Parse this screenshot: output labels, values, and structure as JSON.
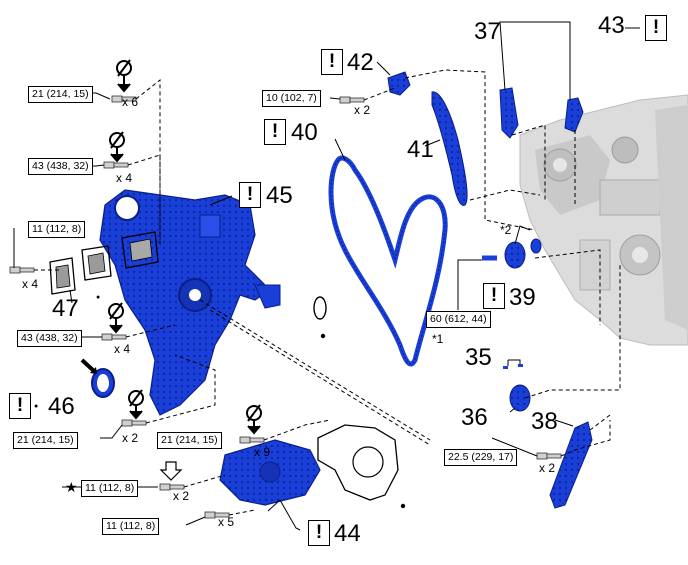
{
  "diagram": {
    "colors": {
      "part": "#1a3fd8",
      "part_dark": "#0a1f8a",
      "engine": "#d8d8d8",
      "line": "#000000"
    },
    "icons": {
      "caution": "exclamation-box",
      "non-reusable": "bullet-dot",
      "tighten-order": "torque-wrench-symbol",
      "precoated": "star-symbol",
      "arrow": "hollow-arrow"
    },
    "callouts": {
      "c35": "35",
      "c36": "36",
      "c37": "37",
      "c38": "38",
      "c39": "39",
      "c40": "40",
      "c41": "41",
      "c42": "42",
      "c43": "43",
      "c44": "44",
      "c45": "45",
      "c46": "46",
      "c47": "47"
    },
    "torques": {
      "t1": "21 (214, 15)",
      "t2": "43 (438, 32)",
      "t3": "11 (112, 8)",
      "t4": "43 (438, 32)",
      "t5": "21 (214, 15)",
      "t6": "21 (214, 15)",
      "t7": "11 (112, 8)",
      "t8": "11 (112, 8)",
      "t9": "10 (102, 7)",
      "t10": "60 (612, 44)",
      "t11": "22.5 (229, 17)"
    },
    "quantities": {
      "q1": "x 6",
      "q2": "x 4",
      "q3": "x 4",
      "q4": "x 4",
      "q5": "x 2",
      "q6": "x 9",
      "q7": "x 2",
      "q8": "x 5",
      "q9": "x 2",
      "q10": "x 2"
    },
    "notes": {
      "n1": "*1",
      "n2": "*2"
    },
    "symbols": {
      "caution": "!",
      "dot": "●",
      "star": "★"
    }
  }
}
